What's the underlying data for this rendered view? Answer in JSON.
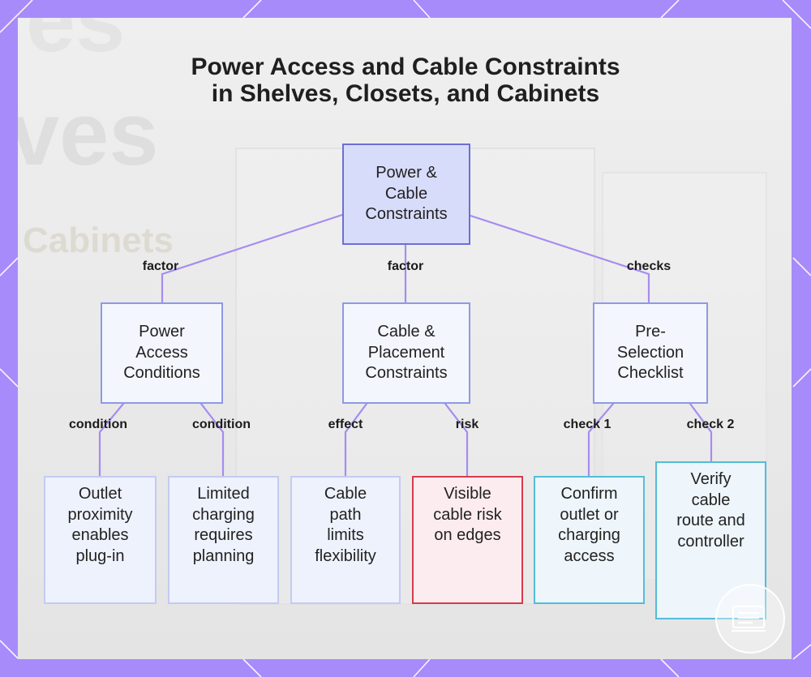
{
  "title": {
    "line1": "Power Access and Cable Constraints",
    "line2": "in Shelves, Closets, and Cabinets"
  },
  "background_watermark": {
    "fragment1": "es",
    "fragment2": "ves",
    "fragment3": "Cabinets"
  },
  "nodes": {
    "root": {
      "lines": [
        "Power &",
        "Cable",
        "Constraints"
      ]
    },
    "power_access": {
      "lines": [
        "Power",
        "Access",
        "Conditions"
      ]
    },
    "cable_placement": {
      "lines": [
        "Cable &",
        "Placement",
        "Constraints"
      ]
    },
    "checklist": {
      "lines": [
        "Pre-",
        "Selection",
        "Checklist"
      ]
    },
    "outlet": {
      "lines": [
        "Outlet",
        "proximity",
        "enables",
        "plug-in"
      ]
    },
    "limited": {
      "lines": [
        "Limited",
        "charging",
        "requires",
        "planning"
      ]
    },
    "cable_path": {
      "lines": [
        "Cable",
        "path",
        "limits",
        "flexibility"
      ]
    },
    "visible_risk": {
      "lines": [
        "Visible",
        "cable risk",
        "on edges"
      ]
    },
    "confirm": {
      "lines": [
        "Confirm",
        "outlet or",
        "charging",
        "access"
      ]
    },
    "verify": {
      "lines": [
        "Verify",
        "cable",
        "route and",
        "controller"
      ]
    }
  },
  "edge_labels": {
    "root_power": "factor",
    "root_cable": "factor",
    "root_check": "checks",
    "power_outlet": "condition",
    "power_limited": "condition",
    "cable_path": "effect",
    "cable_risk": "risk",
    "check_confirm": "check 1",
    "check_verify": "check 2"
  },
  "colors": {
    "frame": "#a78bfa",
    "edge": "#a68cf0",
    "root_fill": "#d8dcfb",
    "root_border": "#6b6fd4",
    "risk_border": "#d63b4b",
    "check_border": "#53bdd8"
  }
}
